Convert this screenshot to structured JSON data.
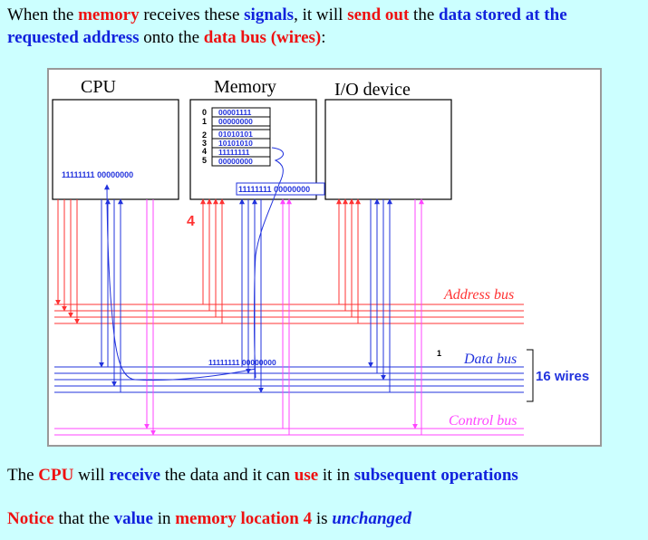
{
  "intro": {
    "p1": "When the ",
    "memory": "memory",
    "p2": " receives these ",
    "signals": "signals",
    "p3": ", it will ",
    "send_out": "send out",
    "p4": " the ",
    "data_stored": "data stored at the requested address",
    "p5": " onto the ",
    "data_bus": "data bus (wires)",
    "p6": ":"
  },
  "diagram": {
    "cpu_title": "CPU",
    "memory_title": "Memory",
    "io_title": "I/O device",
    "cpu_register": "11111111 00000000",
    "memory_rows": [
      {
        "addr": "0",
        "value": "00001111"
      },
      {
        "addr": "1",
        "value": "00000000"
      },
      {
        "addr": "2",
        "value": "01010101"
      },
      {
        "addr": "3",
        "value": "10101010"
      },
      {
        "addr": "4",
        "value": "11111111"
      },
      {
        "addr": "5",
        "value": "00000000"
      }
    ],
    "memory_output": "11111111 00000000",
    "data_bus_value": "11111111 00000000",
    "address_marker": "4",
    "small_marker": "1",
    "address_bus_label": "Address bus",
    "data_bus_label": "Data bus",
    "wires_label": "16 wires",
    "control_bus_label": "Control bus",
    "colors": {
      "address": "#ff3333",
      "data": "#2233dd",
      "control": "#ff44ff"
    }
  },
  "para1": {
    "p1": "The ",
    "cpu": "CPU",
    "p2": " will ",
    "receive": "receive",
    "p3": " the data and it can ",
    "use": "use",
    "p4": " it in ",
    "subsequent": "subsequent operations"
  },
  "para2": {
    "notice": "Notice",
    "p1": " that the ",
    "value": "value",
    "p2": " in ",
    "location": "memory location 4",
    "p3": " is ",
    "unchanged": "unchanged"
  }
}
